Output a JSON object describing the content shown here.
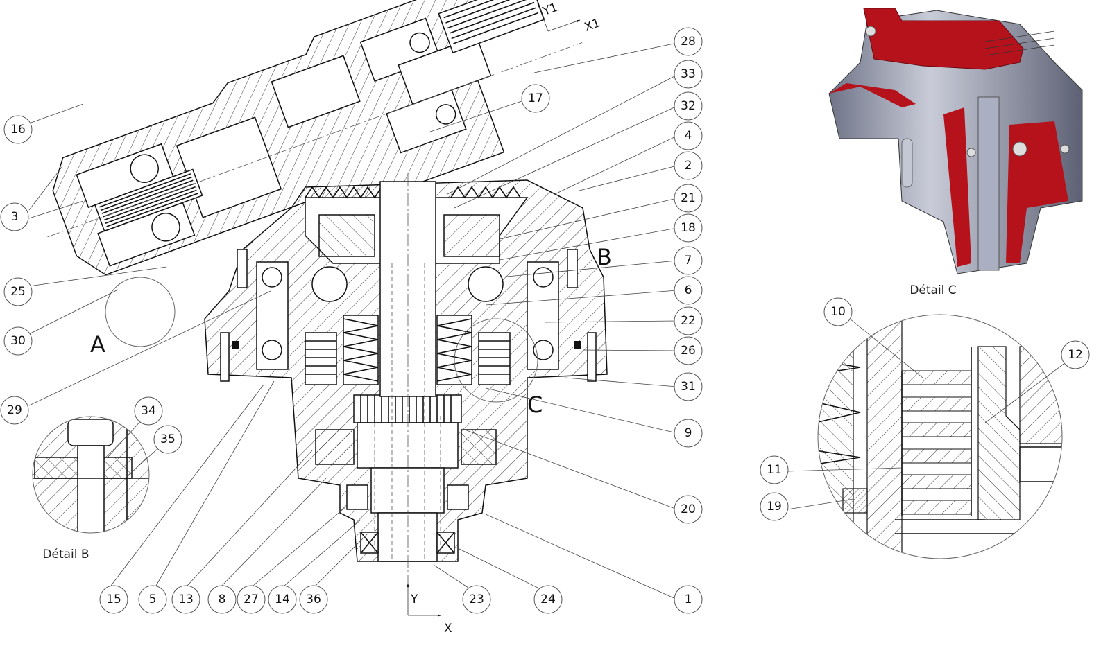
{
  "drawing": {
    "type": "mechanical section view",
    "section_labels": {
      "A": "A",
      "B": "B",
      "C": "C"
    },
    "axes": {
      "main": {
        "x": "X",
        "y": "Y"
      },
      "secondary": {
        "x": "X1",
        "y": "Y1"
      }
    },
    "details": {
      "detail_b_caption": "Détail B",
      "detail_c_caption": "Détail C"
    },
    "colors": {
      "line": "#111111",
      "section_red": "#b5121b",
      "metal_grey": "#9aa0b4"
    }
  },
  "balloons": {
    "main_left": [
      "16",
      "3",
      "25",
      "30",
      "29"
    ],
    "main_right": [
      "28",
      "33",
      "32",
      "4",
      "2",
      "21",
      "18",
      "7",
      "6",
      "22",
      "26",
      "31",
      "9",
      "20",
      "1"
    ],
    "main_top": [
      "17"
    ],
    "main_bottom": [
      "15",
      "5",
      "13",
      "8",
      "27",
      "14",
      "36",
      "23",
      "24"
    ],
    "detail_b": [
      "34",
      "35"
    ],
    "detail_c": [
      "10",
      "11",
      "19",
      "12"
    ]
  }
}
